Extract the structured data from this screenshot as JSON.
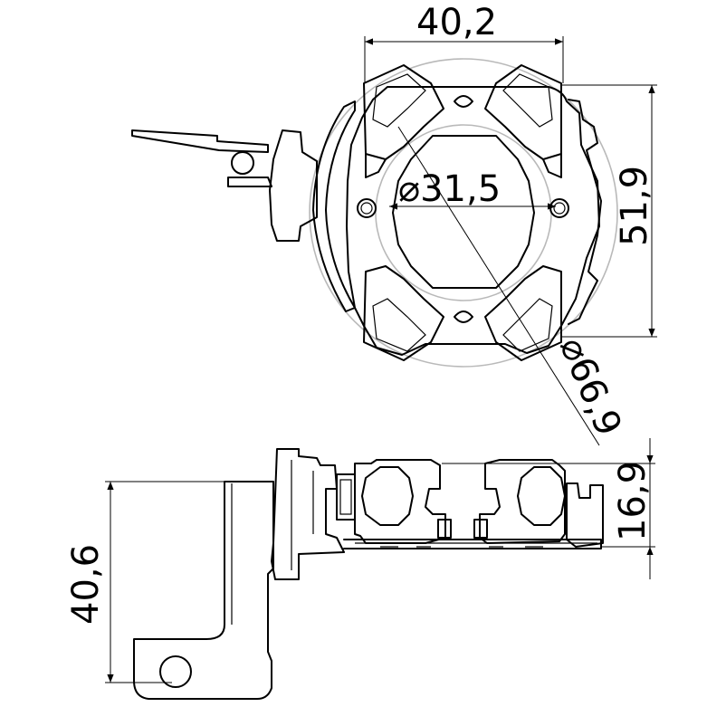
{
  "colors": {
    "outline": "#000000",
    "reference_circle": "#b9b9b9",
    "background": "#ffffff"
  },
  "dimensions": {
    "width_top": "40,2",
    "inner_diameter": "⌀31,5",
    "height_right": "51,9",
    "outer_diameter": "⌀66,9",
    "side_height": "16,9",
    "lead_length": "40,6"
  }
}
